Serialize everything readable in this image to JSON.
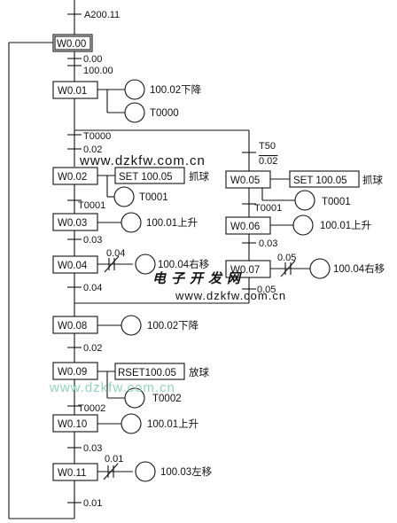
{
  "steps": [
    {
      "id": "W0.00",
      "initial": true
    },
    {
      "id": "W0.01"
    },
    {
      "id": "W0.02"
    },
    {
      "id": "W0.03"
    },
    {
      "id": "W0.04"
    },
    {
      "id": "W0.05"
    },
    {
      "id": "W0.06"
    },
    {
      "id": "W0.07"
    },
    {
      "id": "W0.08"
    },
    {
      "id": "W0.09"
    },
    {
      "id": "W0.10"
    },
    {
      "id": "W0.11"
    }
  ],
  "transitions": {
    "t_top": "A200.11",
    "t_00a": "0.00",
    "t_00b": "100.00",
    "t_0000": "T0000",
    "t_02": "0.02",
    "t_t50": "T50",
    "t_02b": "0.02",
    "t_0001a": "T0001",
    "t_03a": "0.03",
    "t_04": "0.04",
    "t_0001b": "T0001",
    "t_03b": "0.03",
    "t_05": "0.05",
    "t_02c": "0.02",
    "t_0002": "T0002",
    "t_03c": "0.03",
    "t_01": "0.01"
  },
  "contacts": {
    "c_04": "0.04",
    "c_05": "0.05",
    "c_01": "0.01"
  },
  "actions": {
    "a_down1": "100.02下降",
    "a_t0000": "T0000",
    "a_set1": "SET 100.05",
    "a_grab1": "抓球",
    "a_t0001a": "T0001",
    "a_up1": "100.01上升",
    "a_right1": "100.04右移",
    "a_set2": "SET 100.05",
    "a_grab2": "抓球",
    "a_t0001b": "T0001",
    "a_up2": "100.01上升",
    "a_right2": "100.04右移",
    "a_down2": "100.02下降",
    "a_rset": "RSET100.05",
    "a_release": "放球",
    "a_t0002": "T0002",
    "a_up3": "100.01上升",
    "a_left": "100.03左移"
  },
  "watermarks": {
    "w1": "www.dzkfw.com.cn",
    "w2": "电子开发网",
    "w3": "www.dzkfw.com.cn",
    "w4": "www.dzkfw.com.cn"
  }
}
